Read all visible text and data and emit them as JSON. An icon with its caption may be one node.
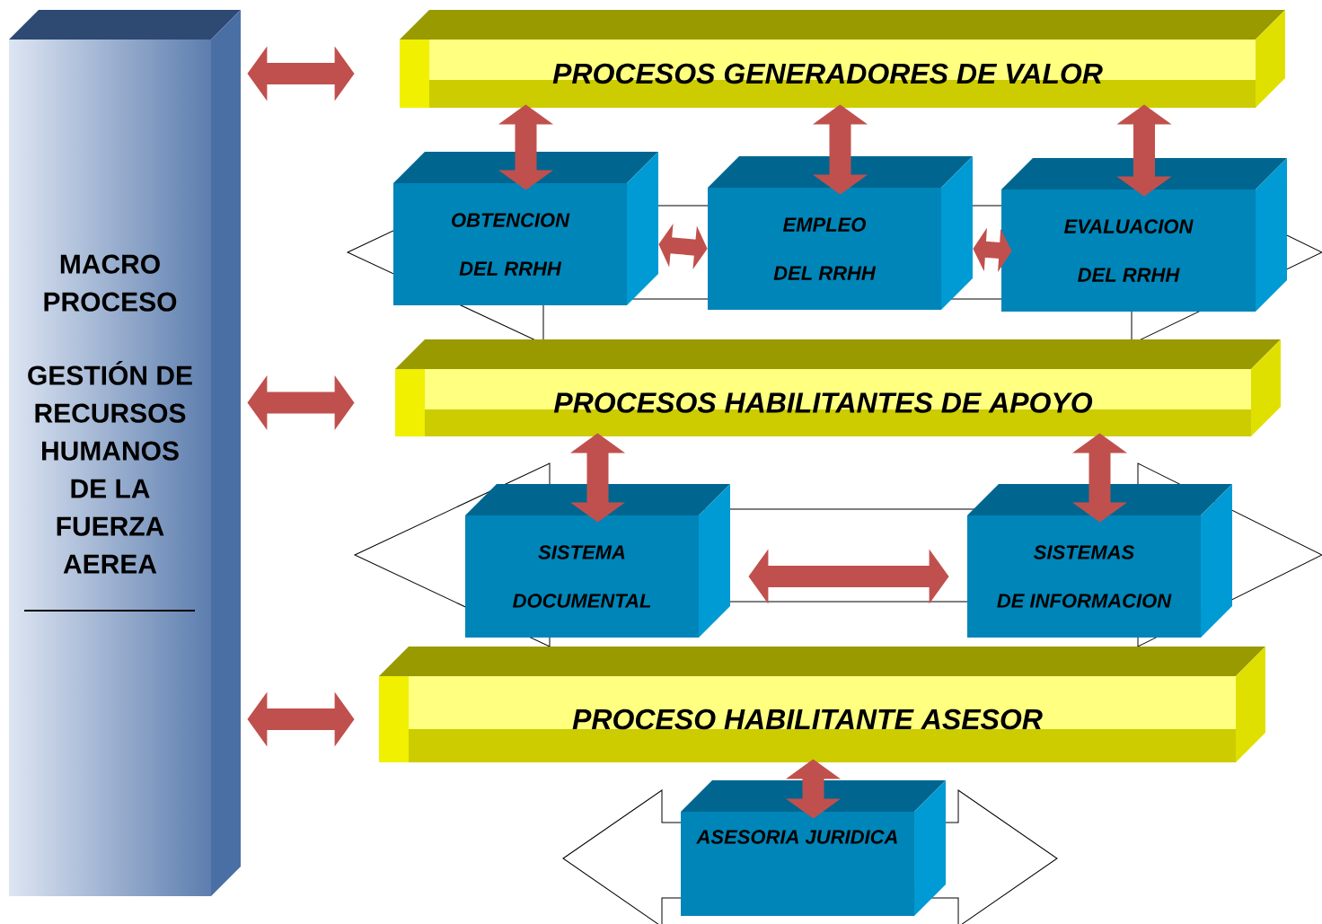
{
  "diagram": {
    "nodes": [
      {
        "text": [
          "MACRO PROCESO",
          "GESTIÓN DE RECURSOS HUMANOS DE LA FUERZA AEREA"
        ]
      },
      {
        "text": [
          "PROCESOS GENERADORES DE VALOR"
        ]
      },
      {
        "text": [
          "OBTENCION",
          "DEL RRHH"
        ]
      },
      {
        "text": [
          "EMPLEO",
          "DEL RRHH"
        ]
      },
      {
        "text": [
          "EVALUACION",
          "DEL RRHH"
        ]
      },
      {
        "text": [
          "PROCESOS HABILITANTES DE APOYO"
        ]
      },
      {
        "text": [
          "SISTEMA",
          "DOCUMENTAL"
        ]
      },
      {
        "text": [
          "SISTEMAS",
          "DE INFORMACION"
        ]
      },
      {
        "text": [
          "PROCESO HABILITANTE ASESOR"
        ]
      },
      {
        "text": [
          "ASESORIA JURIDICA"
        ]
      }
    ],
    "edges": [
      {
        "from": 0,
        "to": 1,
        "arrow": "both"
      },
      {
        "from": 1,
        "to": 2,
        "arrow": "both"
      },
      {
        "from": 1,
        "to": 3,
        "arrow": "both"
      },
      {
        "from": 1,
        "to": 4,
        "arrow": "both"
      },
      {
        "from": 2,
        "to": 3,
        "arrow": "both"
      },
      {
        "from": 3,
        "to": 4,
        "arrow": "both"
      },
      {
        "from": 0,
        "to": 5,
        "arrow": "both"
      },
      {
        "from": 5,
        "to": 6,
        "arrow": "both"
      },
      {
        "from": 5,
        "to": 7,
        "arrow": "both"
      },
      {
        "from": 6,
        "to": 7,
        "arrow": "both"
      },
      {
        "from": 0,
        "to": 8,
        "arrow": "both"
      },
      {
        "from": 8,
        "to": 9,
        "arrow": "both"
      }
    ]
  }
}
